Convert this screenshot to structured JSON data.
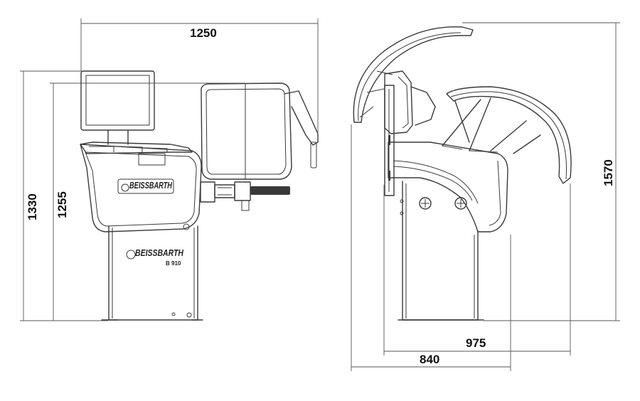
{
  "dimensions": {
    "front_width": "1250",
    "front_height_total": "1330",
    "front_height_body": "1255",
    "side_height_total": "1570",
    "side_depth_total": "975",
    "side_depth_base": "840"
  },
  "branding": {
    "logo_top": "BEISSBARTH",
    "logo_bottom": "BEISSBARTH",
    "model": "B 910"
  }
}
